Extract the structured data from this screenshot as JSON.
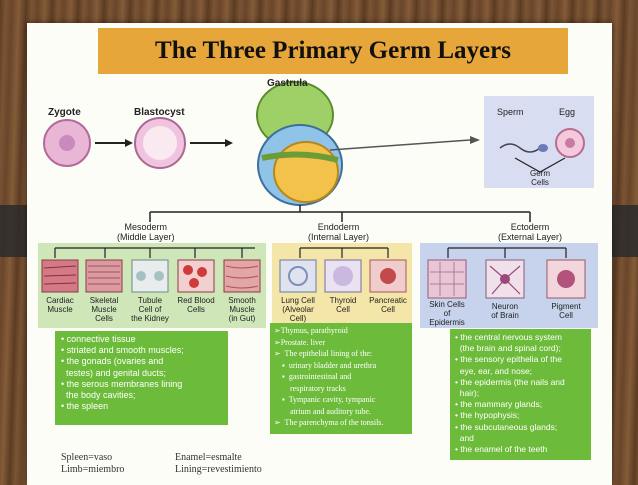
{
  "title": "The Three Primary Germ Layers",
  "top_labels": {
    "zygote": "Zygote",
    "blastocyst": "Blastocyst",
    "gastrula": "Gastrula",
    "sperm": "Sperm",
    "egg": "Egg",
    "germ_cells": "Germ\nCells"
  },
  "layers": {
    "mesoderm": "Mesoderm\n(Middle Layer)",
    "endoderm": "Endoderm\n(Internal Layer)",
    "ectoderm": "Ectoderm\n(External Layer)"
  },
  "cells": {
    "mesoderm": [
      "Cardiac\nMuscle",
      "Skeletal\nMuscle\nCells",
      "Tubule\nCell of\nthe Kidney",
      "Red Blood\nCells",
      "Smooth\nMuscle\n(in Gut)"
    ],
    "endoderm": [
      "Lung Cell\n(Alveolar\nCell)",
      "Thyroid\nCell",
      "Pancreatic\nCell"
    ],
    "ectoderm": [
      "Skin Cells\nof\nEpidermis",
      "Neuron\nof Brain",
      "Pigment\nCell"
    ]
  },
  "mesoderm_box": [
    "• connective tissue",
    "• striated and smooth muscles;",
    "• the gonads (ovaries and",
    "  testes) and genital ducts;",
    "• the serous membranes lining",
    "  the body cavities;",
    "• the spleen"
  ],
  "endoderm_box": [
    "➢Thymus, parathyroid",
    "➢Prostate. liver",
    "➢  The epithelial lining of the:",
    "▪  urinary bladder and urethra",
    "▪  gastrointestinal and",
    "    respiratory tracks",
    "▪  Tympanic cavity, tympanic",
    "    atrium and auditory tube.",
    "➢  The parenchyma of the tonsils."
  ],
  "ectoderm_box": [
    "• the central nervous system",
    "  (the brain and spinal cord);",
    "• the sensory epithelia of the",
    "  eye, ear, and nose;",
    "• the epidermis (the nails and",
    "  hair);",
    "• the mammary glands;",
    "• the hypophysis;",
    "• the subcutaneous glands;",
    "  and",
    "• the enamel of the teeth"
  ],
  "footer": {
    "left": [
      "Spleen=vaso",
      "Limb=miembro"
    ],
    "right": [
      "Enamel=esmalte",
      "Lining=revestimiento"
    ]
  },
  "colors": {
    "title_bar": "#e6a63a",
    "green_box": "#6dbb3a",
    "mesoderm_panel": "#cfe6b8",
    "endoderm_panel": "#f3e6a8",
    "ectoderm_panel": "#c7d3ec"
  }
}
